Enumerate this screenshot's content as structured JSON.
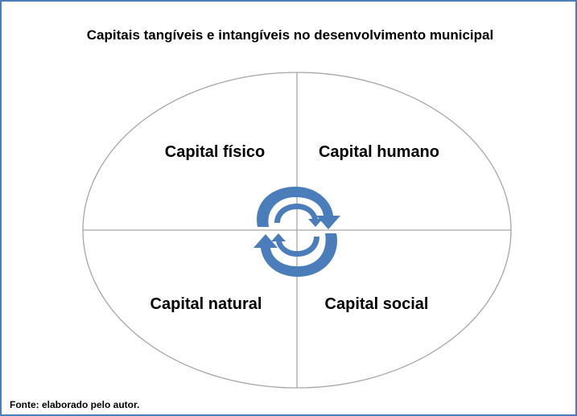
{
  "title": "Capitais tangíveis e intangíveis no desenvolvimento municipal",
  "quadrants": {
    "top_left": "Capital físico",
    "top_right": "Capital humano",
    "bottom_left": "Capital natural",
    "bottom_right": "Capital social"
  },
  "center_icon": "circular-arrows-cycle-icon",
  "source": "Fonte: elaborado pelo autor.",
  "colors": {
    "frame_border": "#4a7dba",
    "ellipse_stroke": "#a6a6a6",
    "arrow_fill": "#4a7dba"
  }
}
